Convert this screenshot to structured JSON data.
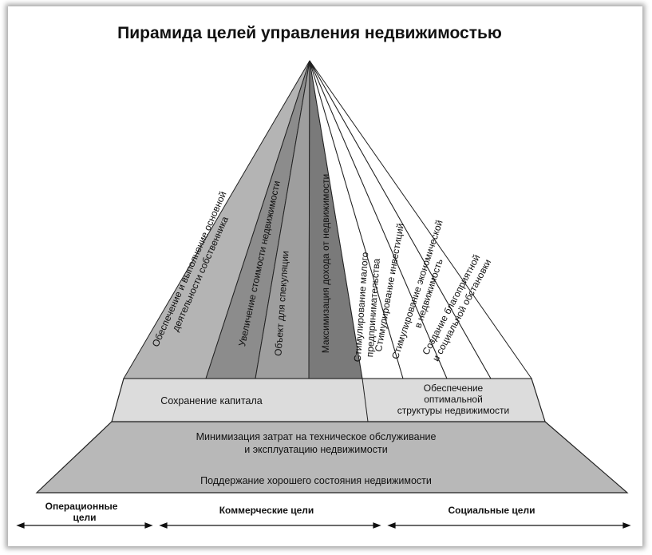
{
  "title": "Пирамида целей управления недвижимостью",
  "top_segments": [
    {
      "lines": [
        "Обеспечение и выполнение основной",
        "деятельности собственника"
      ],
      "fill": "#b4b4b4"
    },
    {
      "lines": [
        "Увеличение стоимости недвижимости"
      ],
      "fill": "#8c8c8c"
    },
    {
      "lines": [
        "Объект для спекуляции"
      ],
      "fill": "#9e9e9e"
    },
    {
      "lines": [
        "Максимизация дохода от недвижимости"
      ],
      "fill": "#7a7a7a"
    },
    {
      "lines": [
        "Стимулирование малого",
        "предпринимательства"
      ],
      "fill": "#ffffff"
    },
    {
      "lines": [
        "Стимулирование инвестиций"
      ],
      "fill": "#ffffff"
    },
    {
      "lines": [
        "Стимулирование экономической",
        "в недвижимость"
      ],
      "fill": "#ffffff"
    },
    {
      "lines": [
        "Создание благоприятной",
        "и социальной обстановки"
      ],
      "fill": "#ffffff"
    }
  ],
  "middle_left": "Сохранение капитала",
  "middle_right": [
    "Обеспечение",
    "оптимальной",
    "структуры недвижимости"
  ],
  "bottom_lines": [
    "Минимизация затрат на техническое обслуживание",
    "и эксплуатацию недвижимости"
  ],
  "bottom_base": "Поддержание хорошего состояния недвижимости",
  "footer": {
    "operational": [
      "Операционные",
      "цели"
    ],
    "commercial": "Коммерческие цели",
    "social": "Социальные цели"
  },
  "colors": {
    "middle_band": "#dcdcdc",
    "bottom_band": "#b8b8b8",
    "outline": "#222222"
  }
}
